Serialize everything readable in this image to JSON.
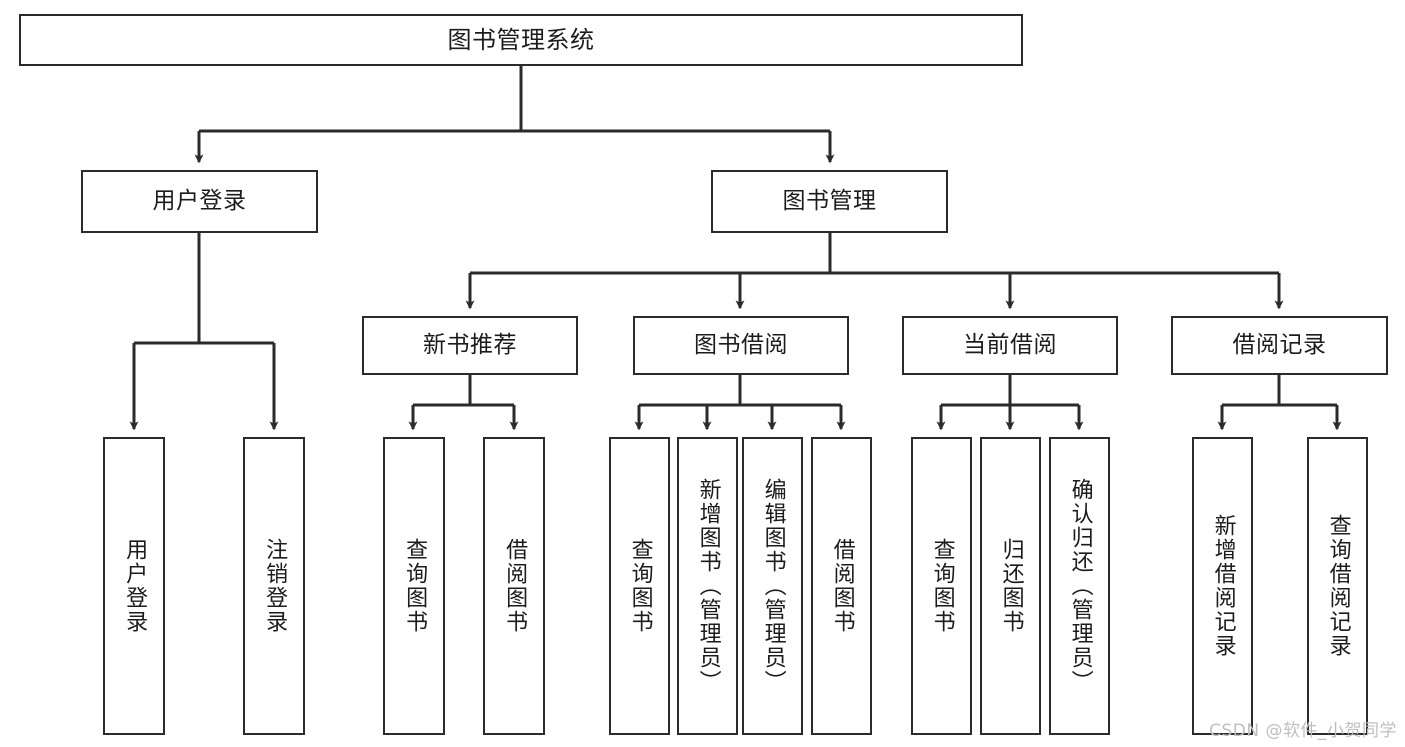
{
  "diagram": {
    "type": "tree",
    "title": "图书管理系统",
    "watermark": "CSDN @软件_小贺同学",
    "colors": {
      "box_border": "#2b2b2b",
      "box_fill": "#ffffff",
      "connector": "#2b2b2b",
      "text": "#1c1c1c",
      "watermark": "#bfbfbf"
    },
    "levels": {
      "root": {
        "label": "图书管理系统"
      },
      "level2": [
        {
          "label": "用户登录"
        },
        {
          "label": "图书管理"
        }
      ],
      "level3": [
        {
          "label": "新书推荐"
        },
        {
          "label": "图书借阅"
        },
        {
          "label": "当前借阅"
        },
        {
          "label": "借阅记录"
        }
      ],
      "leaves": [
        {
          "label": "用户登录",
          "parent": "用户登录"
        },
        {
          "label": "注销登录",
          "parent": "用户登录"
        },
        {
          "label": "查询图书",
          "parent": "新书推荐"
        },
        {
          "label": "借阅图书",
          "parent": "新书推荐"
        },
        {
          "label": "查询图书",
          "parent": "图书借阅"
        },
        {
          "label": "新增图书（管理员）",
          "parent": "图书借阅"
        },
        {
          "label": "编辑图书（管理员）",
          "parent": "图书借阅"
        },
        {
          "label": "借阅图书",
          "parent": "图书借阅"
        },
        {
          "label": "查询图书",
          "parent": "当前借阅"
        },
        {
          "label": "归还图书",
          "parent": "当前借阅"
        },
        {
          "label": "确认归还（管理员）",
          "parent": "当前借阅"
        },
        {
          "label": "新增借阅记录",
          "parent": "借阅记录"
        },
        {
          "label": "查询借阅记录",
          "parent": "借阅记录"
        }
      ]
    }
  }
}
